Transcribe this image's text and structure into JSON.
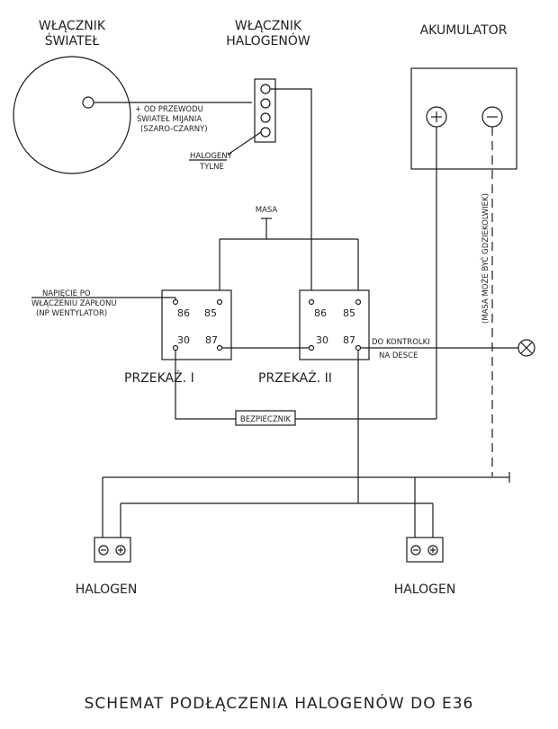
{
  "labels": {
    "light_switch": [
      "WŁĄCZNIK",
      "ŚWIATEŁ"
    ],
    "halogen_switch": [
      "WŁĄCZNIK",
      "HALOGENÓW"
    ],
    "battery": "AKUMULATOR",
    "low_beam_note": [
      "+ OD PRZEWODU",
      "ŚWIATEŁ MIJANIA",
      "(SZARO-CZARNY)"
    ],
    "rear_fog": [
      "HALOGENY",
      "TYLNE"
    ],
    "ground": "MASA",
    "ignition_note": [
      "NAPIĘCIE PO",
      "WŁĄCZENIU ZAPŁONU",
      "(NP WENTYLATOR)"
    ],
    "relay1_name": "PRZEKAŹ. I",
    "relay2_name": "PRZEKAŹ. II",
    "relay1_pins": [
      "86",
      "85",
      "30",
      "87"
    ],
    "relay2_pins": [
      "86",
      "85",
      "30",
      "87"
    ],
    "dash_indicator": [
      "DO KONTROLKI",
      "NA DESCE"
    ],
    "ground_note": "(MASA MOŻE BYĆ GDZIEKOLWIEK)",
    "fuse": "BEZPIECZNIK",
    "halogen_left": "HALOGEN",
    "halogen_right": "HALOGEN",
    "plus_symbol": "+",
    "minus_symbol": "−",
    "diagram_title": "SCHEMAT PODŁĄCZENIA HALOGENÓW DO E36"
  }
}
